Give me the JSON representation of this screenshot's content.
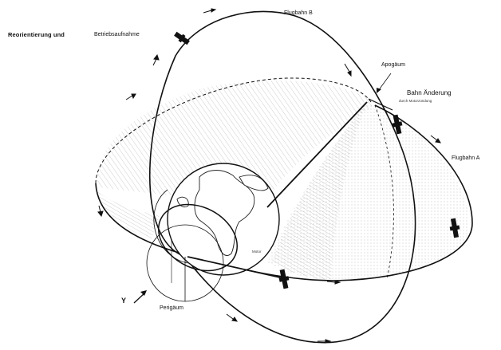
{
  "labels": {
    "reorientation": "Reorientierung  und",
    "operation_start": "Betriebsaufnahme",
    "trajectory_b": "Flugbahn B",
    "apogee": "Apogäum",
    "orbit_change": "Bahn  Änderung",
    "orbit_change_sub": "durch Motorzündung",
    "trajectory_a": "Flugbahn A",
    "perigee": "Perigäum",
    "axis_y": "Y",
    "earth_label": "Motor"
  },
  "colors": {
    "ink": "#111111",
    "hatch": "#7a7a7a",
    "background": "#ffffff"
  },
  "icons": {
    "satellite": "satellite-icon",
    "arrow": "direction-arrow-icon"
  }
}
